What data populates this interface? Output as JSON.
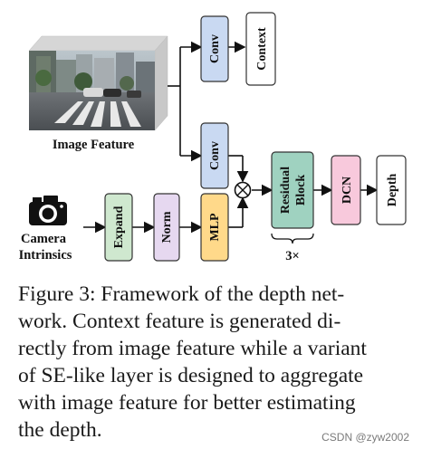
{
  "diagram": {
    "image_feature_label": "Image Feature",
    "camera_label_line1": "Camera",
    "camera_label_line2": "Intrinsics",
    "boxes": {
      "conv_top": "Conv",
      "context": "Context",
      "conv_mid": "Conv",
      "expand": "Expand",
      "norm": "Norm",
      "mlp": "MLP",
      "residual_line1": "Residual",
      "residual_line2": "Block",
      "dcn": "DCN",
      "depth": "Depth"
    },
    "repeat_label": "3×",
    "multiply_symbol": "⊗",
    "colors": {
      "conv": "#c9d9f2",
      "context": "#ffffff",
      "expand": "#cfe8cf",
      "norm": "#e6d8f0",
      "mlp": "#ffd98a",
      "residual": "#9fd2c0",
      "dcn": "#f8c9dc",
      "depth": "#ffffff"
    }
  },
  "caption": {
    "line1": "Figure 3: Framework of the depth net-",
    "line2": "work.  Context feature is generated di-",
    "line3": "rectly from image feature while a variant",
    "line4": "of SE-like layer is designed to aggregate",
    "line5": "with image feature for better estimating",
    "line6": "the depth."
  },
  "watermark": "CSDN @zyw2002"
}
